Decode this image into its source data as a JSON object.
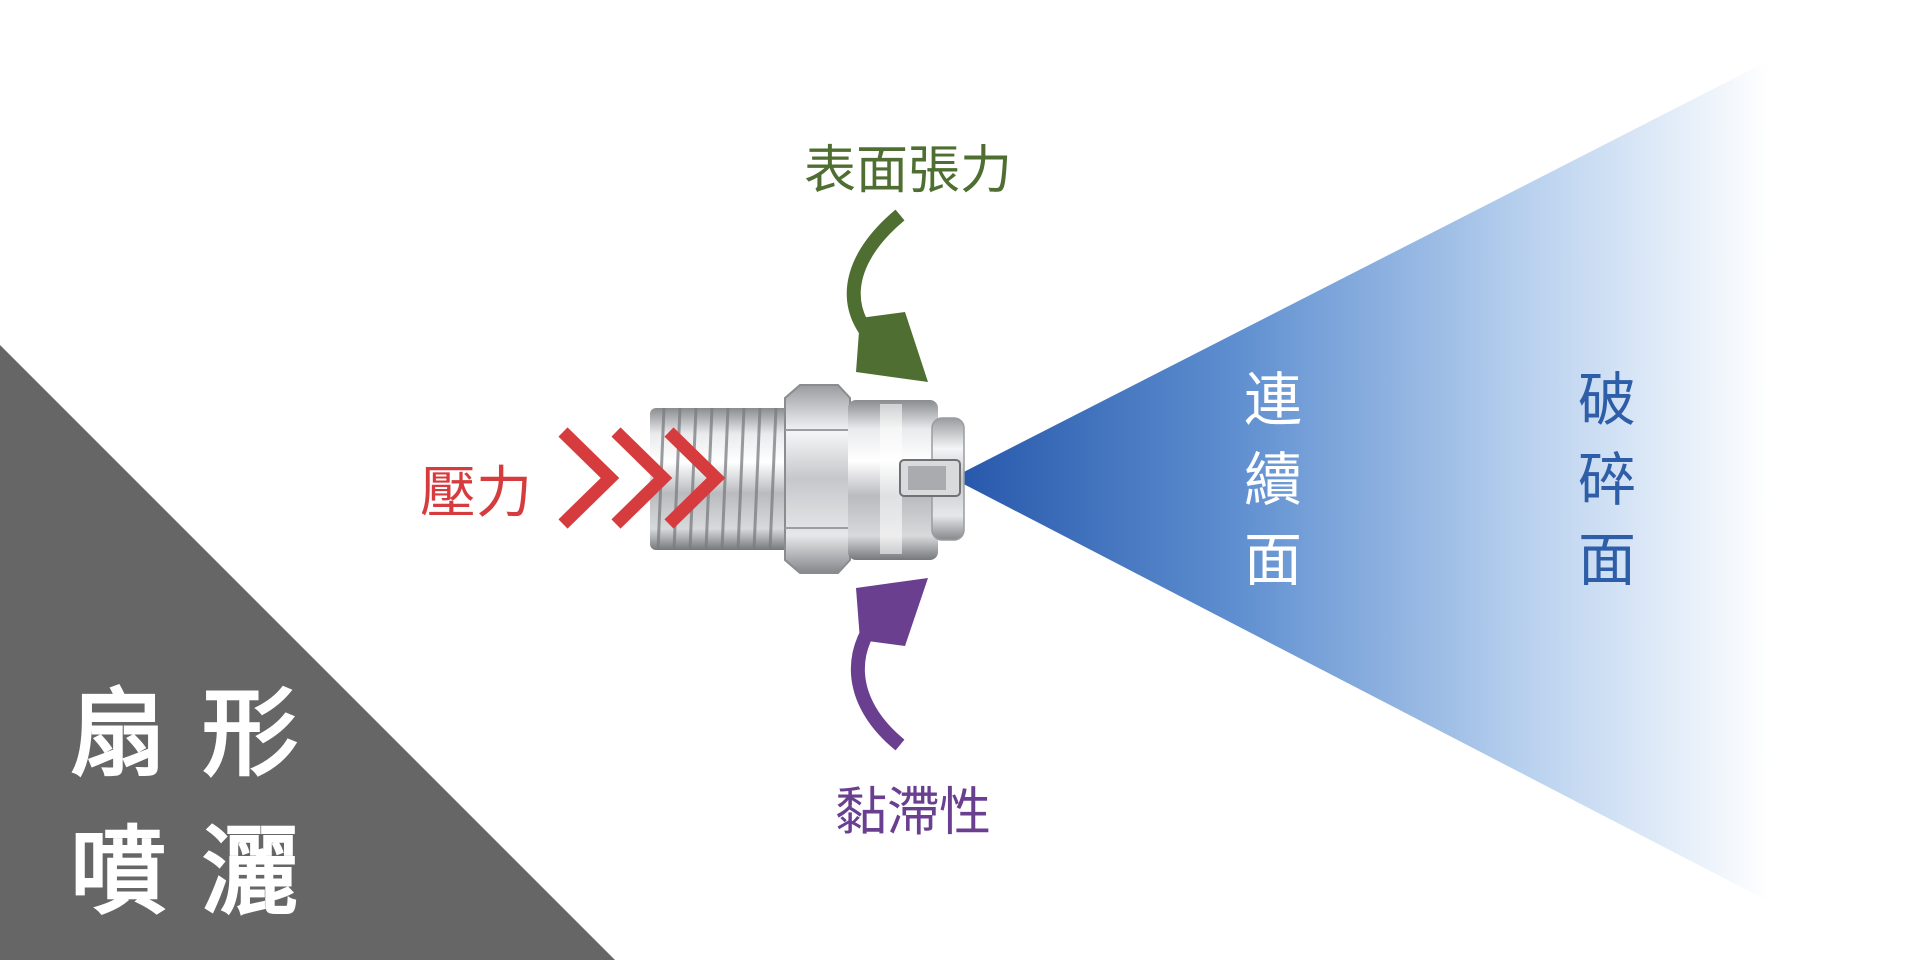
{
  "corner_title": {
    "line1": "扇形",
    "line2": "噴灑"
  },
  "labels": {
    "pressure": "壓力",
    "surface_tension": "表面張力",
    "viscosity": "黏滯性"
  },
  "zones": {
    "continuous": [
      "連",
      "續",
      "面"
    ],
    "broken": [
      "破",
      "碎",
      "面"
    ]
  },
  "colors": {
    "corner_bg": "#666666",
    "pressure": "#d63c3e",
    "surface_tension": "#4f6f32",
    "viscosity": "#6a3f90",
    "spray_dark": "#2556aa",
    "continuous_text": "#ffffff",
    "broken_text": "#2f5ea8"
  }
}
